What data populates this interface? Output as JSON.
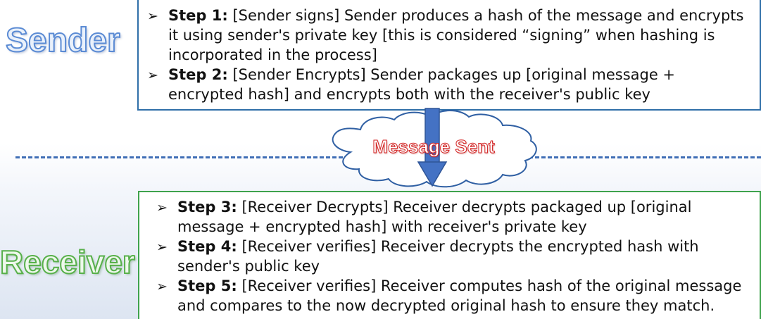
{
  "labels": {
    "sender": "Sender",
    "receiver": "Receiver",
    "message": "Message Sent"
  },
  "bullet": "➢",
  "sender_steps": [
    {
      "name": "Step 1:",
      "text": " [Sender signs] Sender produces a hash of the message and encrypts it using sender's private key [this is considered “signing” when hashing is incorporated in the process]"
    },
    {
      "name": "Step 2:",
      "text": " [Sender Encrypts] Sender packages up [original message + encrypted hash] and encrypts both with the receiver's public key"
    }
  ],
  "receiver_steps": [
    {
      "name": "Step 3:",
      "text": " [Receiver Decrypts] Receiver decrypts packaged up [original message + encrypted hash] with receiver's private key"
    },
    {
      "name": "Step 4:",
      "text": " [Receiver verifies] Receiver decrypts the encrypted hash with sender's public key"
    },
    {
      "name": "Step 5:",
      "text": " [Receiver verifies] Receiver computes hash of the original message and compares to the now decrypted original hash to ensure they match."
    }
  ],
  "colors": {
    "sender_border": "#2f6fa8",
    "receiver_border": "#3fa34d",
    "divider": "#3f6eb5",
    "arrow": "#4472c4",
    "message_text": "#d32020"
  }
}
